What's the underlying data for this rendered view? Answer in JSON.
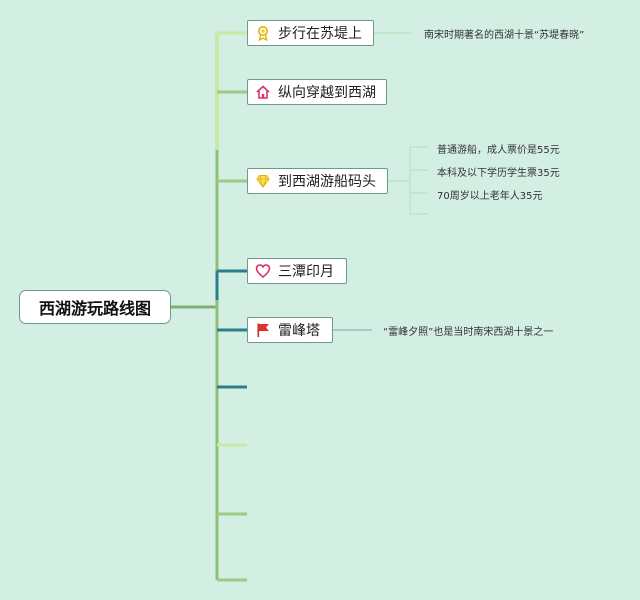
{
  "root": {
    "label": "西湖游玩路线图"
  },
  "branches": [
    {
      "label": "步行在苏堤上",
      "icon": "award-ribbon-icon",
      "note": "南宋时期著名的西湖十景“苏堤春晓”"
    },
    {
      "label": "纵向穿越到西湖",
      "icon": "home-icon"
    },
    {
      "label": "到西湖游船码头",
      "icon": "diamond-icon",
      "details": [
        "普通游船，成人票价是55元",
        "本科及以下学历学生票35元",
        "70周岁以上老年人35元"
      ]
    },
    {
      "label": "三潭印月",
      "icon": "heart-icon"
    },
    {
      "label": "雷峰塔",
      "icon": "red-flag-icon",
      "note": "“雷峰夕照”也是当时南宋西湖十景之一"
    }
  ],
  "colors": {
    "background": "#d3efe3",
    "trunk": "#8bbf7b",
    "light_branch": "#c9e9a6",
    "teal_branch": "#2a7f8a",
    "note_line": "#b9ddb5"
  }
}
